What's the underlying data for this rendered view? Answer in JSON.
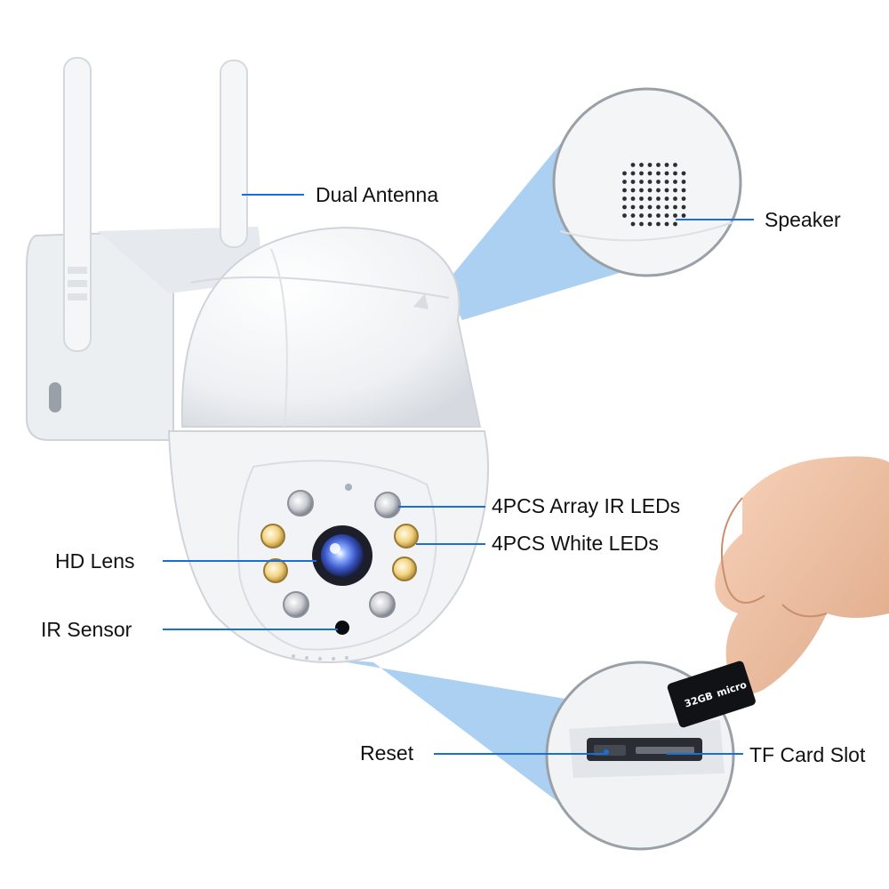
{
  "colors": {
    "leader_line": "#1a6fd6",
    "zoom_beam": "#9cc8ee",
    "camera_body": "#f4f5f7",
    "camera_shadow": "#d9dde2",
    "white_led": "#f2d382",
    "ir_led": "#c9ccd2",
    "lens_blue": "#3b57c9"
  },
  "labels": {
    "dual_antenna": "Dual Antenna",
    "speaker": "Speaker",
    "ir_leds": "4PCS Array IR LEDs",
    "white_leds": "4PCS White LEDs",
    "hd_lens": "HD Lens",
    "ir_sensor": "IR Sensor",
    "reset": "Reset",
    "tf_card_slot": "TF Card Slot"
  },
  "icons": {
    "antenna": "antenna-icon",
    "speaker_grille": "speaker-grille-icon",
    "lens": "lens-icon",
    "hand": "hand-icon",
    "micro_sd_card": "micro-sd-card-icon"
  },
  "card_print": {
    "capacity": "32GB",
    "brand": "micro"
  }
}
